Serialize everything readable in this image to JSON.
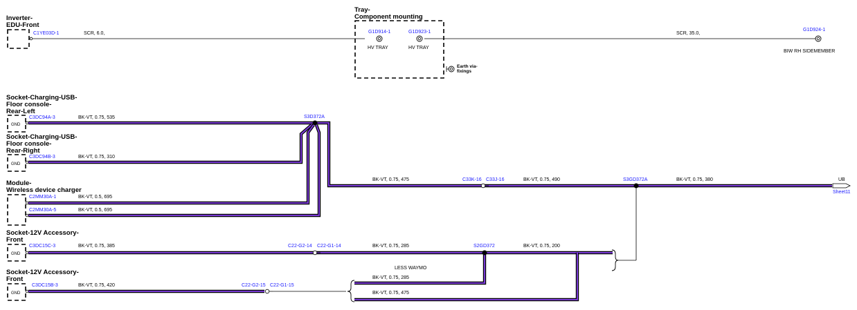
{
  "colors": {
    "wire_outer": "#000000",
    "wire_inner": "#7a3bd6",
    "connector_text": "#1a1aff",
    "text": "#000000"
  },
  "components": {
    "inverter": [
      "Inverter-",
      "EDU-Front"
    ],
    "tray": [
      "Tray-",
      "Component mounting"
    ],
    "usb_left": [
      "Socket-Charging-USB-",
      "Floor console-",
      "Rear-Left"
    ],
    "usb_right": [
      "Socket-Charging-USB-",
      "Floor console-",
      "Rear-Right"
    ],
    "wireless": [
      "Module-",
      "Wireless device charger"
    ],
    "acc1": [
      "Socket-12V Accessory-",
      "Front"
    ],
    "acc2": [
      "Socket-12V Accessory-",
      "Front"
    ]
  },
  "gnd_label": "GND",
  "connectors": {
    "c1ye03d": "C1YE03D-1",
    "g1d914": "G1D914-1",
    "g1d923": "G1D923-1",
    "g1d924": "G1D924-1",
    "c3dc94a": "C3DC94A-3",
    "c3dc94b": "C3DC94B-3",
    "c2mm30a1": "C2MM30A-1",
    "c2mm30a5": "C2MM30A-5",
    "c3dc15c": "C3DC15C-3",
    "c3dc15b": "C3DC15B-3",
    "c33k": "C33K-16",
    "c33j": "C33J-16",
    "c22g2_14": "C22-G2-14",
    "c22g1_14": "C22-G1-14",
    "c22g2_15": "C22-G2-15",
    "c22g1_15": "C22-G1-15"
  },
  "splices": {
    "s3d372a": "S3D372A",
    "s3gd372a": "S3GD372A",
    "s2gd372": "S2GD372"
  },
  "wires": {
    "scr6": "SCR, 6.0,",
    "scr35": "SCR, 35.0,",
    "w535": "BK-VT, 0.75, 535",
    "w310": "BK-VT, 0.75, 310",
    "w695a": "BK-VT, 0.5, 695",
    "w695b": "BK-VT, 0.5, 695",
    "w475a": "BK-VT, 0.75, 475",
    "w490": "BK-VT, 0.75, 490",
    "w380": "BK-VT, 0.75, 380",
    "w385": "BK-VT, 0.75, 385",
    "w285a": "BK-VT, 0.75, 285",
    "w200": "BK-VT, 0.75, 200",
    "w420": "BK-VT, 0.75, 420",
    "w285b": "BK-VT, 0.75, 285",
    "w475b": "BK-VT, 0.75, 475"
  },
  "labels": {
    "hv_tray_1": "HV TRAY",
    "hv_tray_2": "HV TRAY",
    "biw": "BIW RH SIDEMEMBER",
    "earth": [
      "Earth via-",
      "fixings"
    ],
    "less_waymo": "LESS WAYMO",
    "ub": "UB",
    "sheet": "Sheet11"
  }
}
